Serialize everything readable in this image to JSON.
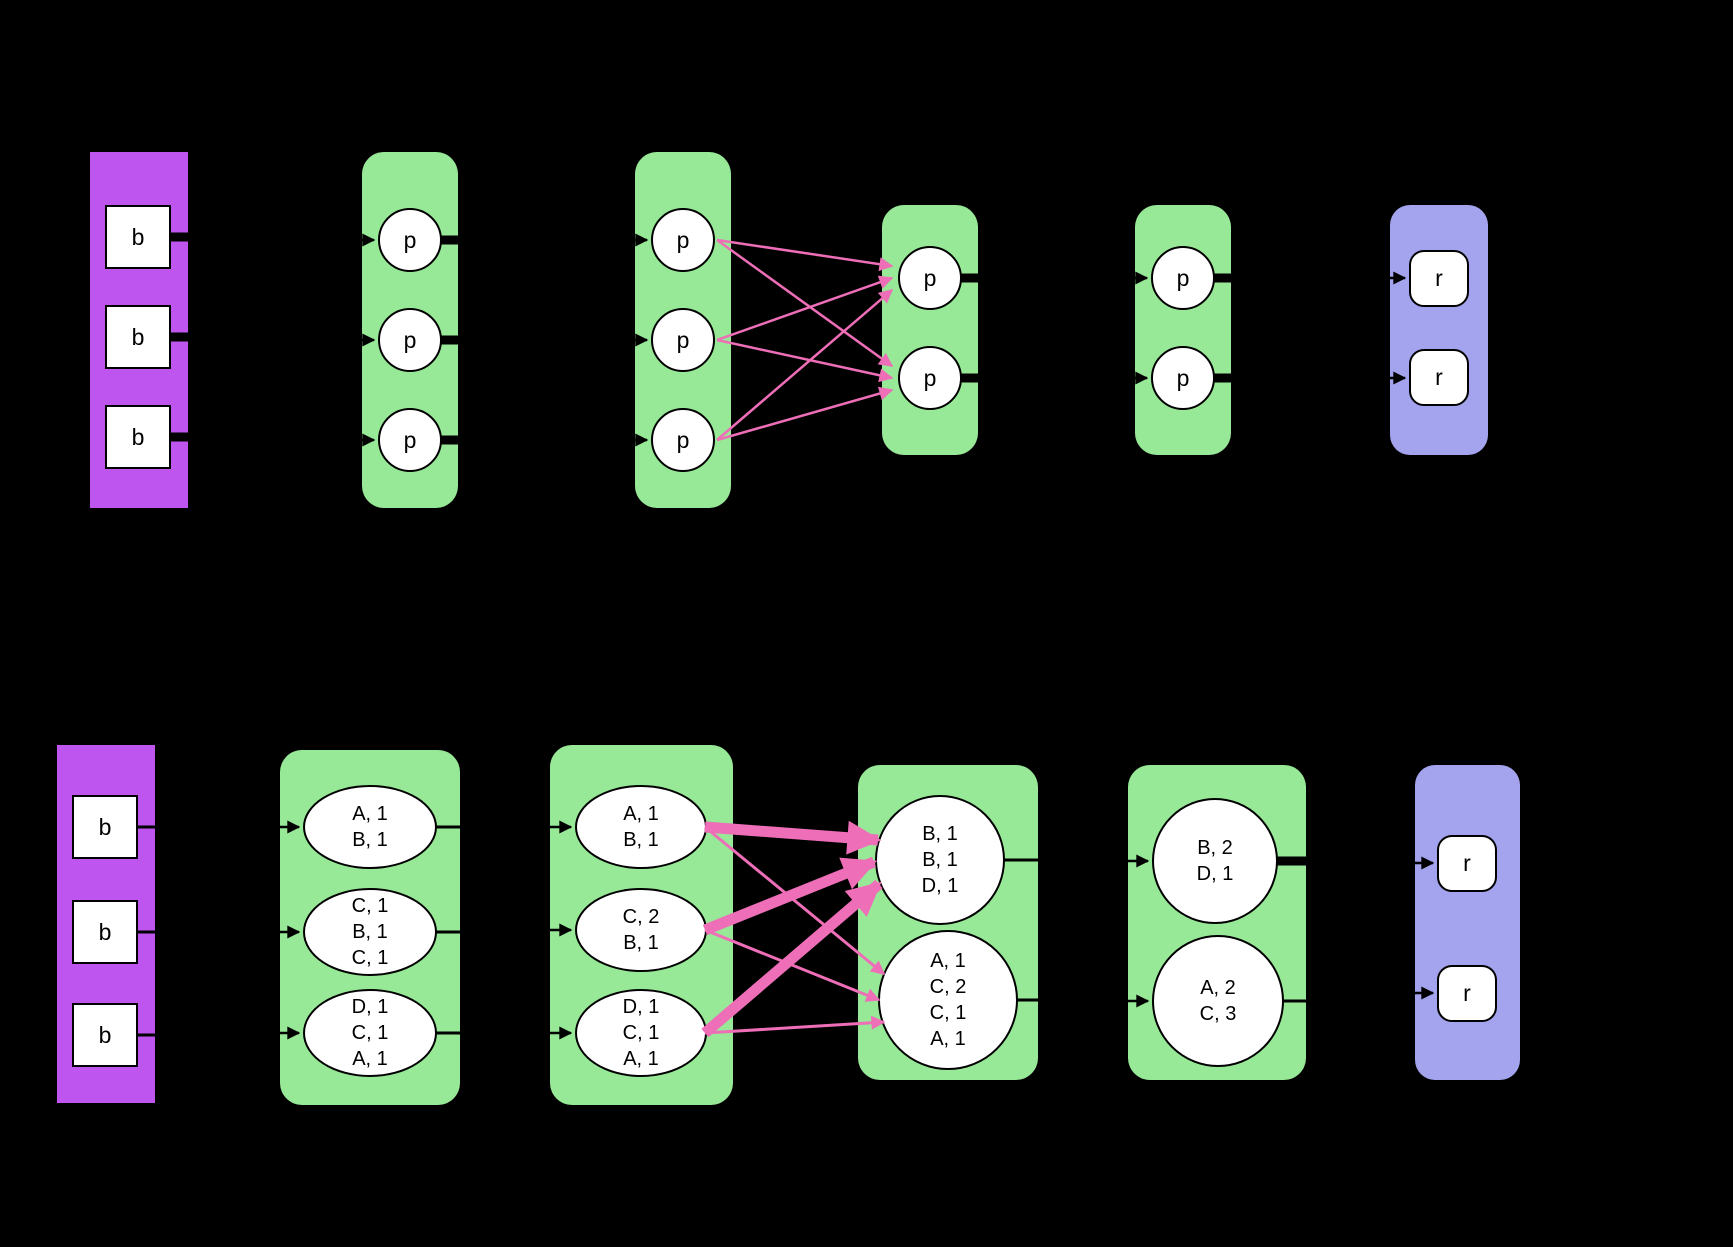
{
  "colors": {
    "background": "#000000",
    "input_box": "#bd55ee",
    "stage_box": "#97e897",
    "output_box": "#a3a3ee",
    "node_fill": "#ffffff",
    "node_border": "#000000",
    "line": "#000000",
    "arrow": "#ee6eb8"
  },
  "top": {
    "inputs": [
      "b",
      "b",
      "b"
    ],
    "map_read": [
      "p",
      "p",
      "p"
    ],
    "map": [
      "p",
      "p",
      "p"
    ],
    "reduce": [
      "p",
      "p"
    ],
    "reduce_write": [
      "p",
      "p"
    ],
    "outputs": [
      "r",
      "r"
    ]
  },
  "bottom": {
    "inputs": [
      "b",
      "b",
      "b"
    ],
    "map_read": [
      "A, 1\nB, 1",
      "C, 1\nB, 1\nC, 1",
      "D, 1\nC, 1\nA, 1"
    ],
    "map": [
      "A, 1\nB, 1",
      "C, 2\nB, 1",
      "D, 1\nC, 1\nA, 1"
    ],
    "reduce": [
      "B, 1\nB, 1\nD, 1",
      "A, 1\nC, 2\nC, 1\nA, 1"
    ],
    "reduce_write": [
      "B, 2\nD, 1",
      "A, 2\nC, 3"
    ],
    "outputs": [
      "r",
      "r"
    ]
  }
}
